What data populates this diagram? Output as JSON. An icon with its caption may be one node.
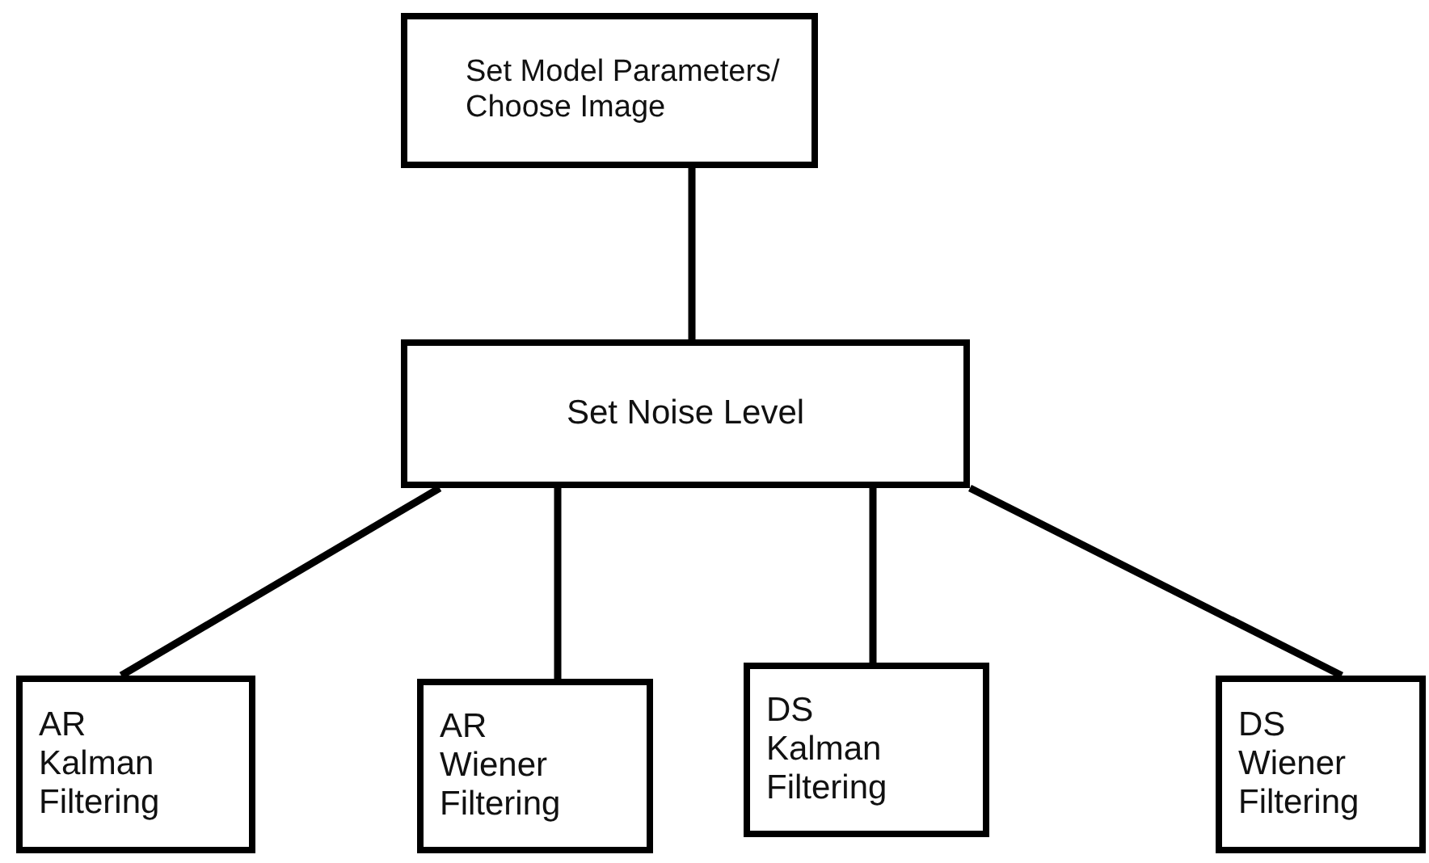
{
  "diagram": {
    "nodes": [
      {
        "text": [
          "Set Model Parameters/ Choose Image"
        ]
      },
      {
        "text": [
          "Set Noise Level"
        ]
      },
      {
        "text": [
          "AR Kalman Filtering"
        ]
      },
      {
        "text": [
          "AR Wiener Filtering"
        ]
      },
      {
        "text": [
          "DS Kalman Filtering"
        ]
      },
      {
        "text": [
          "DS Wiener Filtering"
        ]
      }
    ],
    "edges": [
      {
        "from": 0,
        "to": 1,
        "arrow": "none"
      },
      {
        "from": 1,
        "to": 2,
        "arrow": "none"
      },
      {
        "from": 1,
        "to": 3,
        "arrow": "none"
      },
      {
        "from": 1,
        "to": 4,
        "arrow": "none"
      },
      {
        "from": 1,
        "to": 5,
        "arrow": "none"
      }
    ]
  }
}
